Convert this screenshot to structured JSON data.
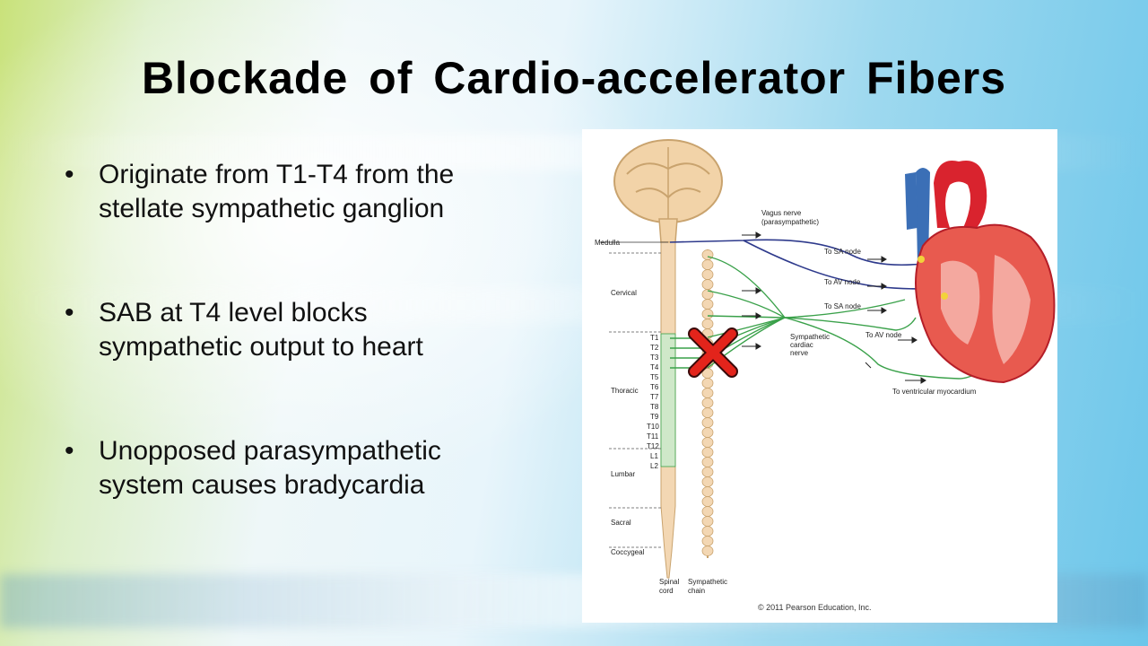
{
  "slide": {
    "title": "Blockade of Cardio-accelerator Fibers",
    "bullets": [
      {
        "line1": "Originate from T1-T4 from the",
        "line2": "stellate sympathetic ganglion"
      },
      {
        "line1": "SAB at T4 level blocks",
        "line2": "sympathetic output to heart"
      },
      {
        "line1": "Unopposed parasympathetic",
        "line2": "system causes bradycardia"
      }
    ]
  },
  "figure": {
    "regions": [
      "Medulla",
      "Cervical",
      "Thoracic",
      "Lumbar",
      "Sacral",
      "Coccygeal"
    ],
    "segments": [
      "T1",
      "T2",
      "T3",
      "T4",
      "T5",
      "T6",
      "T7",
      "T8",
      "T9",
      "T10",
      "T11",
      "T12",
      "L1",
      "L2"
    ],
    "vagus_label_1": "Vagus nerve",
    "vagus_label_2": "(parasympathetic)",
    "to_sa_node_1": "To SA node",
    "to_av_node_1": "To AV node",
    "to_sa_node_2": "To SA node",
    "to_av_node_2": "To AV node",
    "sympathetic_cardiac_1": "Sympathetic",
    "sympathetic_cardiac_2": "cardiac",
    "sympathetic_cardiac_3": "nerve",
    "to_ventricular": "To ventricular myocardium",
    "spinal_cord_1": "Spinal",
    "spinal_cord_2": "cord",
    "sympathetic_chain_1": "Sympathetic",
    "sympathetic_chain_2": "chain",
    "copyright": "© 2011 Pearson Education, Inc.",
    "colors": {
      "sympathetic": "#3aa14a",
      "vagus": "#2e3a8c",
      "cord": "#f3d7b3",
      "block": "#e3241b",
      "heart": "#d9232e"
    }
  }
}
